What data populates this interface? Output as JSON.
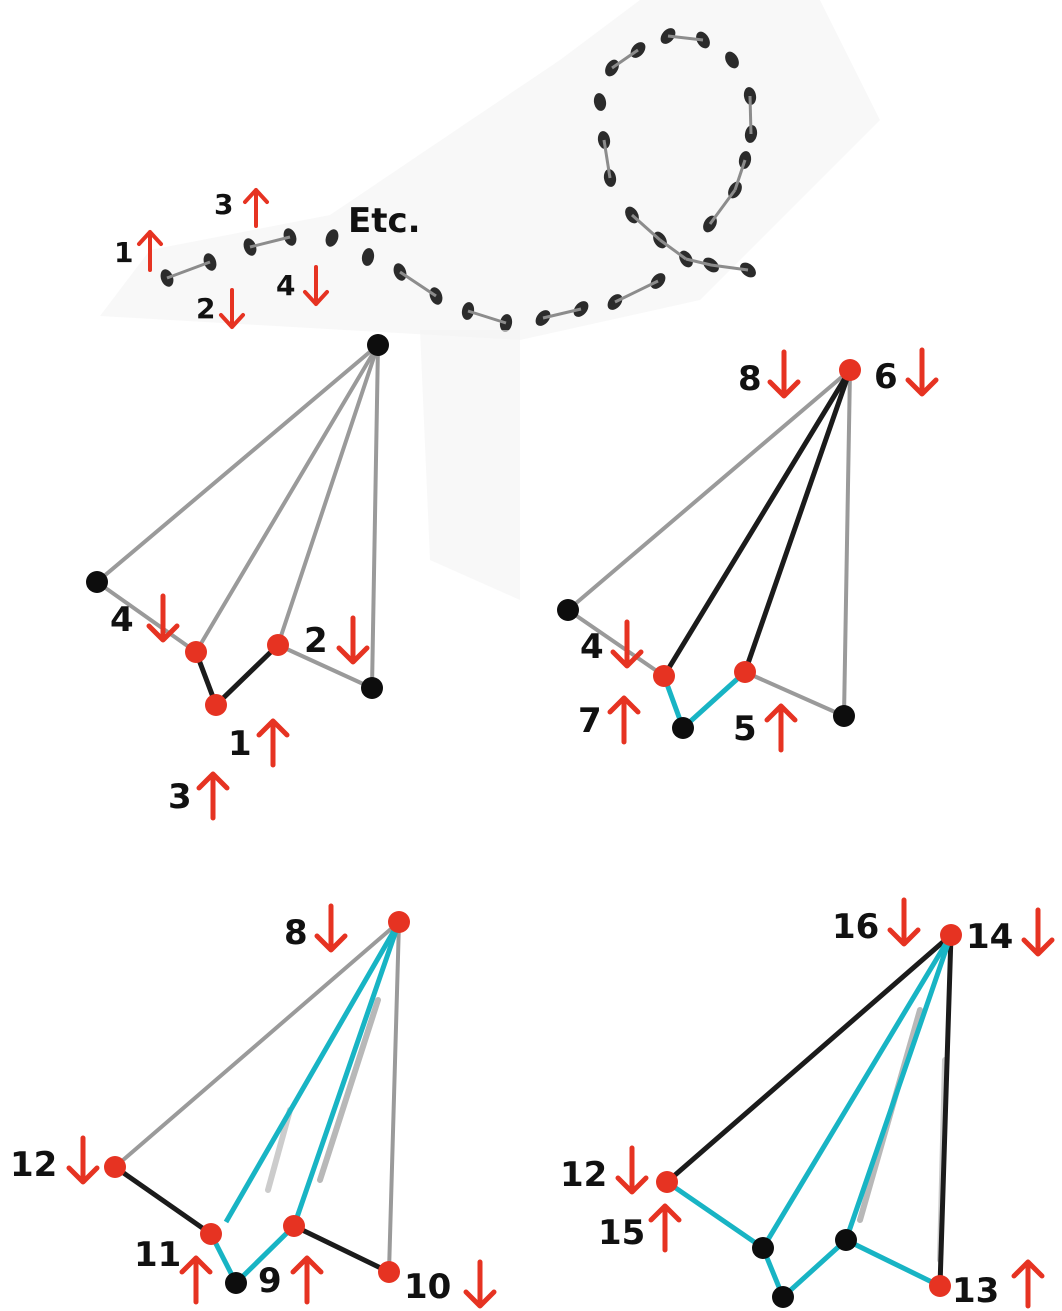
{
  "colors": {
    "pencil": "#9a9a9a",
    "black_thread": "#1b1b1b",
    "cyan_thread": "#18b4c4",
    "red_dot": "#e63322",
    "black_dot": "#0d0d0d",
    "arrow": "#e63322",
    "paper_shade": "#f2f2f2"
  },
  "top_panel": {
    "etc_label": "Etc.",
    "labels": [
      {
        "text": "1",
        "dir": "up"
      },
      {
        "text": "2",
        "dir": "down"
      },
      {
        "text": "3",
        "dir": "up"
      },
      {
        "text": "4",
        "dir": "down"
      }
    ]
  },
  "panel_a": {
    "labels": [
      {
        "text": "4",
        "dir": "down"
      },
      {
        "text": "2",
        "dir": "down"
      },
      {
        "text": "1",
        "dir": "up"
      },
      {
        "text": "3",
        "dir": "up"
      }
    ]
  },
  "panel_b": {
    "labels": [
      {
        "text": "8",
        "dir": "down"
      },
      {
        "text": "6",
        "dir": "down"
      },
      {
        "text": "4",
        "dir": "down"
      },
      {
        "text": "7",
        "dir": "up"
      },
      {
        "text": "5",
        "dir": "up"
      }
    ]
  },
  "panel_c": {
    "labels": [
      {
        "text": "8",
        "dir": "down"
      },
      {
        "text": "12",
        "dir": "down"
      },
      {
        "text": "11",
        "dir": "up"
      },
      {
        "text": "9",
        "dir": "up"
      },
      {
        "text": "10",
        "dir": "down"
      }
    ]
  },
  "panel_d": {
    "labels": [
      {
        "text": "16",
        "dir": "down"
      },
      {
        "text": "14",
        "dir": "down"
      },
      {
        "text": "12",
        "dir": "down"
      },
      {
        "text": "15",
        "dir": "up"
      },
      {
        "text": "13",
        "dir": "up"
      }
    ]
  }
}
